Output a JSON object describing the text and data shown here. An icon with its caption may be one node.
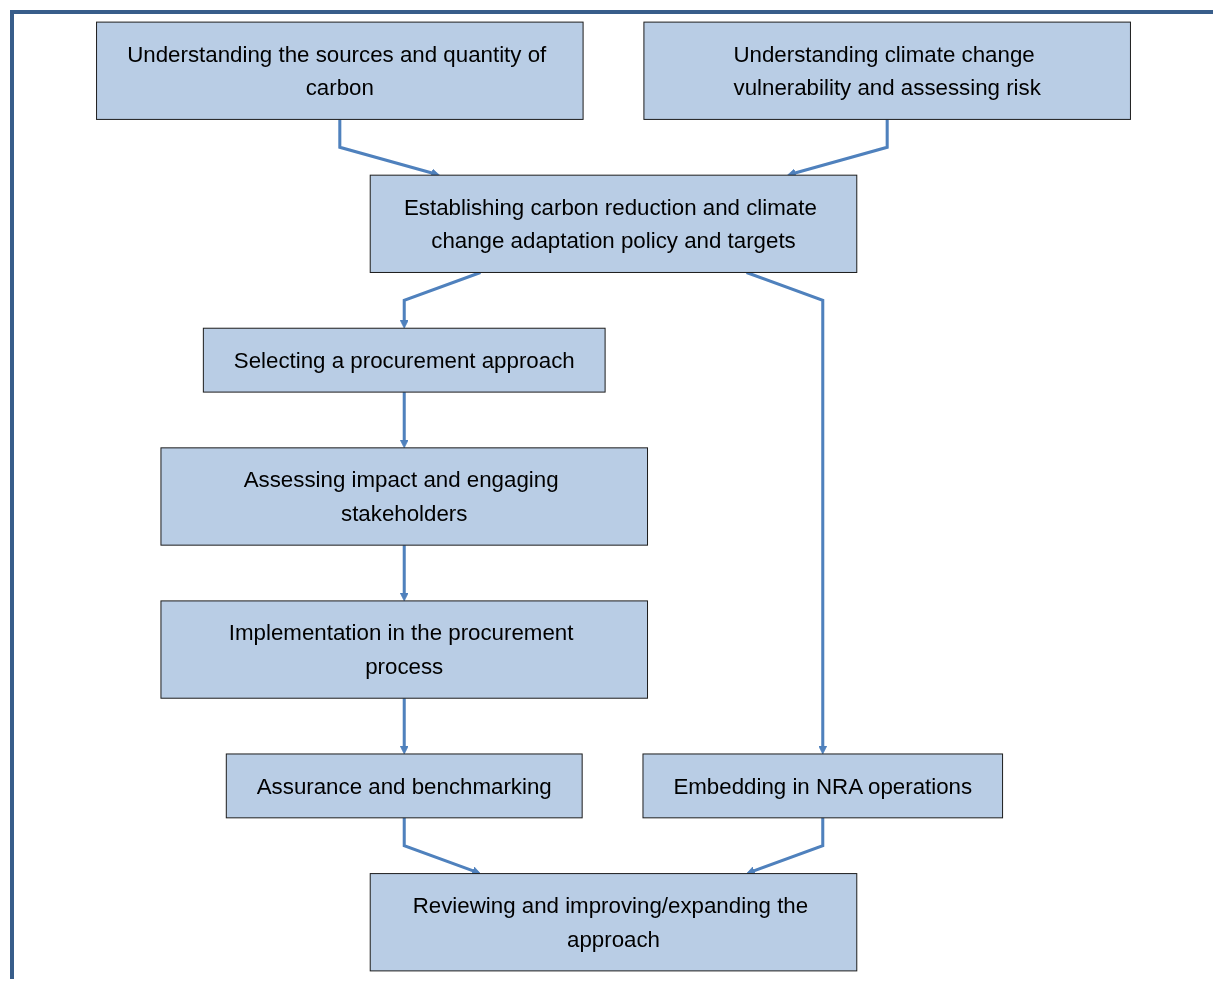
{
  "diagram": {
    "nodes": [
      {
        "text": [
          "Understanding the sources and quantity of carbon"
        ]
      },
      {
        "text": [
          "Understanding climate change vulnerability and assessing risk"
        ]
      },
      {
        "text": [
          "Establishing carbon reduction and climate change adaptation policy and targets"
        ]
      },
      {
        "text": [
          "Selecting a procurement approach"
        ]
      },
      {
        "text": [
          "Assessing impact and engaging stakeholders"
        ]
      },
      {
        "text": [
          "Implementation in the procurement process"
        ]
      },
      {
        "text": [
          "Assurance and benchmarking"
        ]
      },
      {
        "text": [
          "Embedding in NRA operations"
        ]
      },
      {
        "text": [
          "Reviewing and improving/expanding the approach"
        ]
      }
    ],
    "edges": [
      {
        "from": 0,
        "to": 2,
        "arrow": "to"
      },
      {
        "from": 1,
        "to": 2,
        "arrow": "to"
      },
      {
        "from": 2,
        "to": 3,
        "arrow": "to"
      },
      {
        "from": 3,
        "to": 4,
        "arrow": "to"
      },
      {
        "from": 4,
        "to": 5,
        "arrow": "to"
      },
      {
        "from": 5,
        "to": 6,
        "arrow": "to"
      },
      {
        "from": 2,
        "to": 7,
        "arrow": "to"
      },
      {
        "from": 6,
        "to": 8,
        "arrow": "to"
      },
      {
        "from": 7,
        "to": 8,
        "arrow": "to"
      }
    ]
  }
}
